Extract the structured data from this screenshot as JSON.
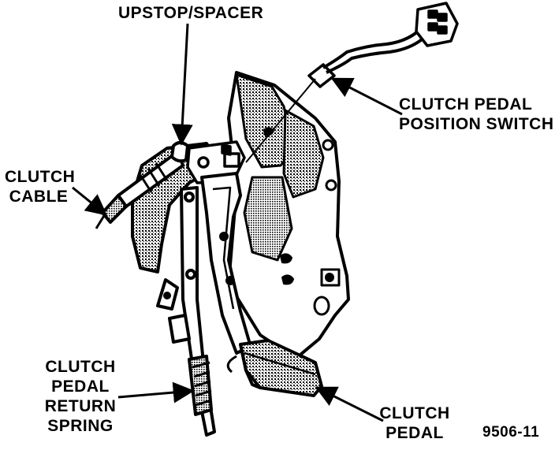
{
  "diagram": {
    "labels": {
      "upstop_spacer": "UPSTOP/SPACER",
      "clutch_pedal_position_switch": [
        "CLUTCH PEDAL",
        "POSITION SWITCH"
      ],
      "clutch_cable": [
        "CLUTCH",
        "CABLE"
      ],
      "clutch_pedal_return_spring": [
        "CLUTCH",
        "PEDAL",
        "RETURN",
        "SPRING"
      ],
      "clutch_pedal": [
        "CLUTCH",
        "PEDAL"
      ],
      "figure_number": "9506-11"
    },
    "colors": {
      "ink": "#000000",
      "paper": "#ffffff",
      "shade": "#7a7a7a"
    }
  }
}
